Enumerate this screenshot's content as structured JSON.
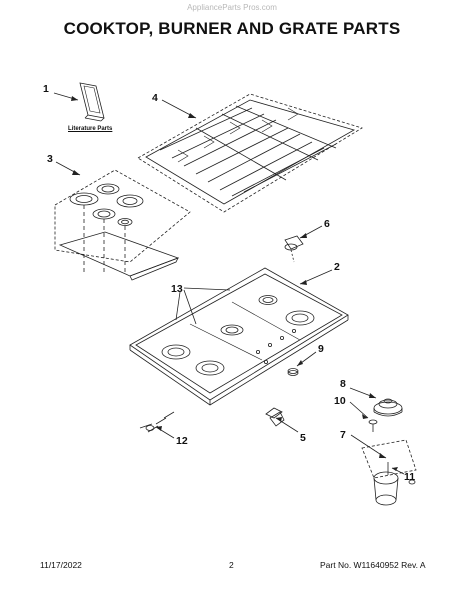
{
  "watermark": "ApplianceParts Pros.com",
  "title": "COOKTOP, BURNER AND GRATE PARTS",
  "literature_label": "Literature Parts",
  "callouts": {
    "c1": "1",
    "c2": "2",
    "c3": "3",
    "c4": "4",
    "c5": "5",
    "c6": "6",
    "c7": "7",
    "c8": "8",
    "c9": "9",
    "c10": "10",
    "c11": "11",
    "c12": "12",
    "c13": "13"
  },
  "footer": {
    "date": "11/17/2022",
    "page": "2",
    "part_no": "Part No. W11640952  Rev. A"
  }
}
